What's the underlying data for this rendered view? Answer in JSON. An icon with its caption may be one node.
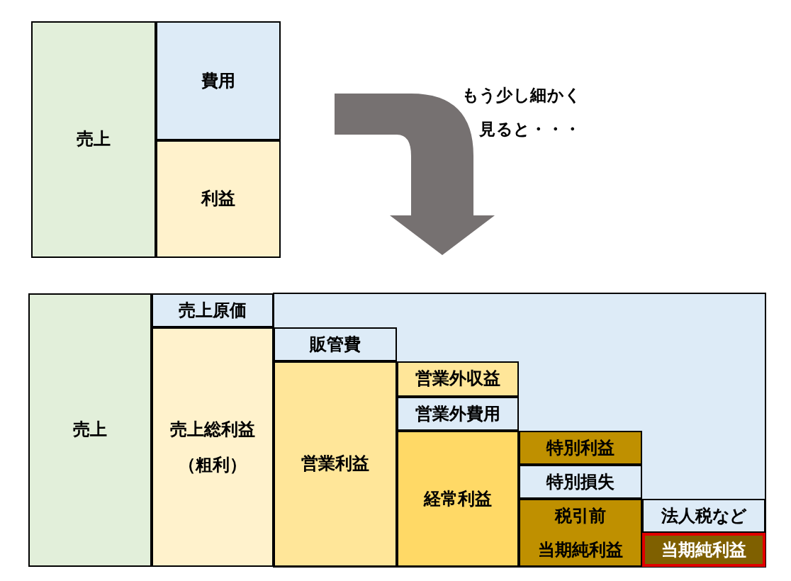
{
  "diagram": {
    "nodes": [
      {
        "text": [
          "売上"
        ]
      },
      {
        "text": [
          "費用"
        ]
      },
      {
        "text": [
          "利益"
        ]
      },
      {
        "text": [
          "売上"
        ]
      },
      {
        "text": [
          "売上原価"
        ]
      },
      {
        "text": [
          "売上総利益",
          "（粗利）"
        ]
      },
      {
        "text": [
          "販管費"
        ]
      },
      {
        "text": [
          "営業利益"
        ]
      },
      {
        "text": [
          "営業外収益"
        ]
      },
      {
        "text": [
          "営業外費用"
        ]
      },
      {
        "text": [
          "経常利益"
        ]
      },
      {
        "text": [
          "特別利益"
        ]
      },
      {
        "text": [
          "特別損失"
        ]
      },
      {
        "text": [
          "税引前",
          "当期純利益"
        ]
      },
      {
        "text": [
          "法人税など"
        ]
      },
      {
        "text": [
          "当期純利益"
        ]
      }
    ],
    "edges": [],
    "labels": [
      "もう少し細かく",
      "見ると・・・"
    ]
  }
}
